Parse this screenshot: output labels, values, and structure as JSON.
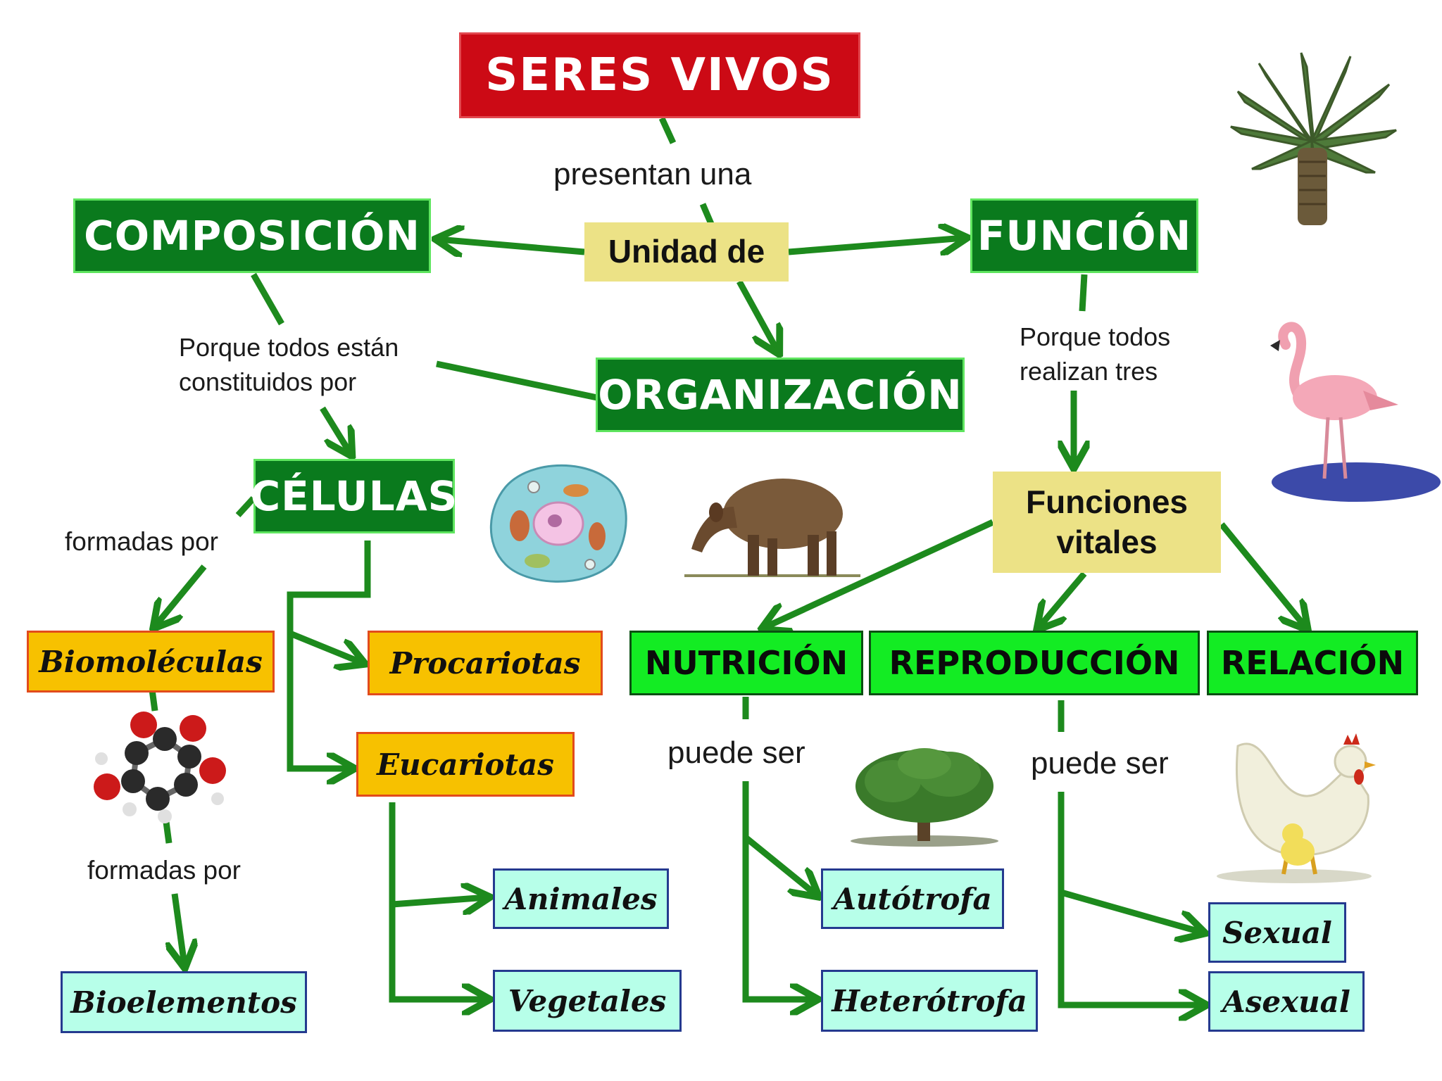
{
  "diagram": {
    "title": "SERES VIVOS",
    "nodes": {
      "unidad": "Unidad de",
      "composicion": "COMPOSICIÓN",
      "funcion": "FUNCIÓN",
      "organizacion": "ORGANIZACIÓN",
      "celulas": "CÉLULAS",
      "funciones_vitales_1": "Funciones",
      "funciones_vitales_2": "vitales",
      "biomoleculas": "Biomoléculas",
      "procariotas": "Procariotas",
      "eucariotas": "Eucariotas",
      "nutricion": "NUTRICIÓN",
      "reproduccion": "REPRODUCCIÓN",
      "relacion": "RELACIÓN",
      "animales": "Animales",
      "vegetales": "Vegetales",
      "autotrofa": "Autótrofa",
      "heterotrofa": "Heterótrofa",
      "sexual": "Sexual",
      "asexual": "Asexual",
      "bioelementos": "Bioelementos"
    },
    "labels": {
      "presentan": "presentan una",
      "porque_todos_estan_1": "Porque todos están",
      "porque_todos_estan_2": "constituidos por",
      "porque_todos_1": "Porque todos",
      "porque_todos_2": "realizan tres",
      "formadas_por_1": "formadas por",
      "formadas_por_2": "formadas por",
      "puede_ser_1": "puede ser",
      "puede_ser_2": "puede ser"
    },
    "images": [
      "palm-tree",
      "flamingo",
      "animal-cell",
      "tapir",
      "molecule",
      "oak-tree",
      "hen-with-chick"
    ],
    "colors": {
      "title_red": "#cc0a15",
      "dark_green": "#0a7a1d",
      "bright_green": "#13ec23",
      "yellow": "#ece286",
      "orange": "#f7c100",
      "cyan": "#b7ffe9",
      "arrow_green": "#1d8a1d"
    }
  }
}
